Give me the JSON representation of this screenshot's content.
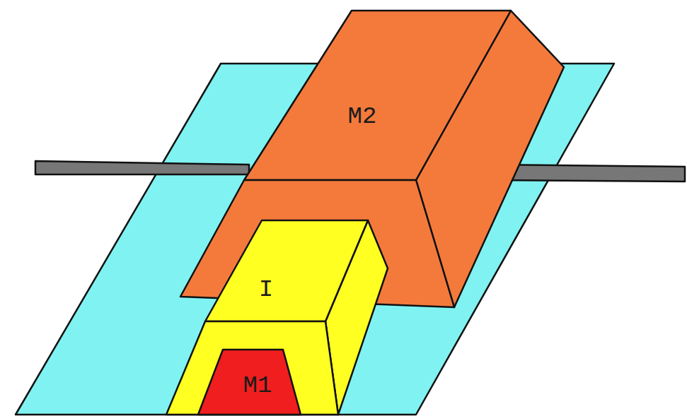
{
  "diagram": {
    "labels": [
      "M2",
      "I",
      "M1"
    ]
  }
}
